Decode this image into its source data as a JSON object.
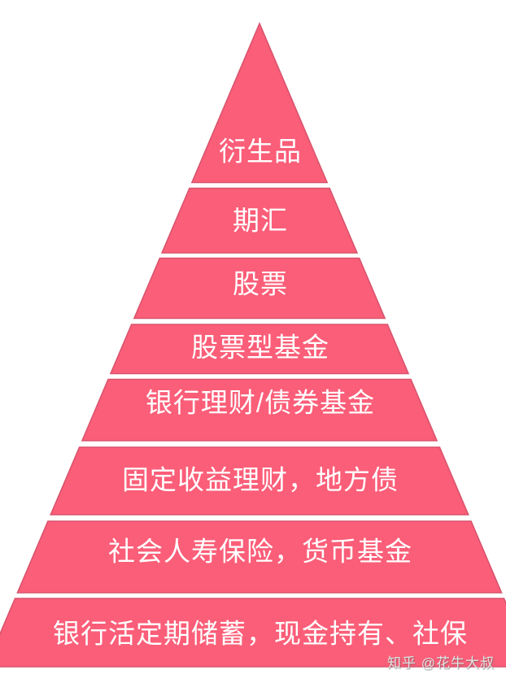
{
  "diagram": {
    "type": "pyramid",
    "tiers": [
      {
        "label": "衍生品"
      },
      {
        "label": "期汇"
      },
      {
        "label": "股票"
      },
      {
        "label": "股票型基金"
      },
      {
        "label": "银行理财/债券基金"
      },
      {
        "label": "固定收益理财，地方债"
      },
      {
        "label": "社会人寿保险，货币基金"
      },
      {
        "label": "银行活定期储蓄，现金持有、社保"
      }
    ],
    "colors": {
      "tier_fill": "#FB5E78",
      "tier_edge": "#D9546E",
      "label_text": "#FFFFFF",
      "background": "#FFFFFF"
    }
  },
  "watermark": {
    "text": "知乎 @花牛大叔"
  }
}
